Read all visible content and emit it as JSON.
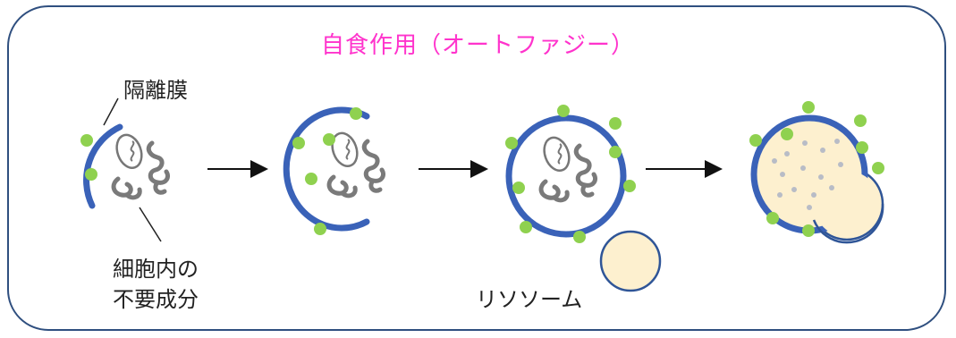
{
  "title": "自食作用（オートファジー）",
  "labels": {
    "isolation_membrane": "隔離膜",
    "cell_components_line1": "細胞内の",
    "cell_components_line2": "不要成分",
    "lysosome": "リソソーム"
  },
  "colors": {
    "title": "#ff33cc",
    "frame": "#2f4f7f",
    "membrane": "#3a62b8",
    "dot": "#8fd14f",
    "debris": "#7a7a7a",
    "lysosome_fill": "#fdf0cf",
    "lysosome_stroke": "#2f5597",
    "particle": "#b8bcc6"
  },
  "stages": [
    "isolation-membrane",
    "engulfing",
    "autophagosome",
    "autolysosome"
  ]
}
